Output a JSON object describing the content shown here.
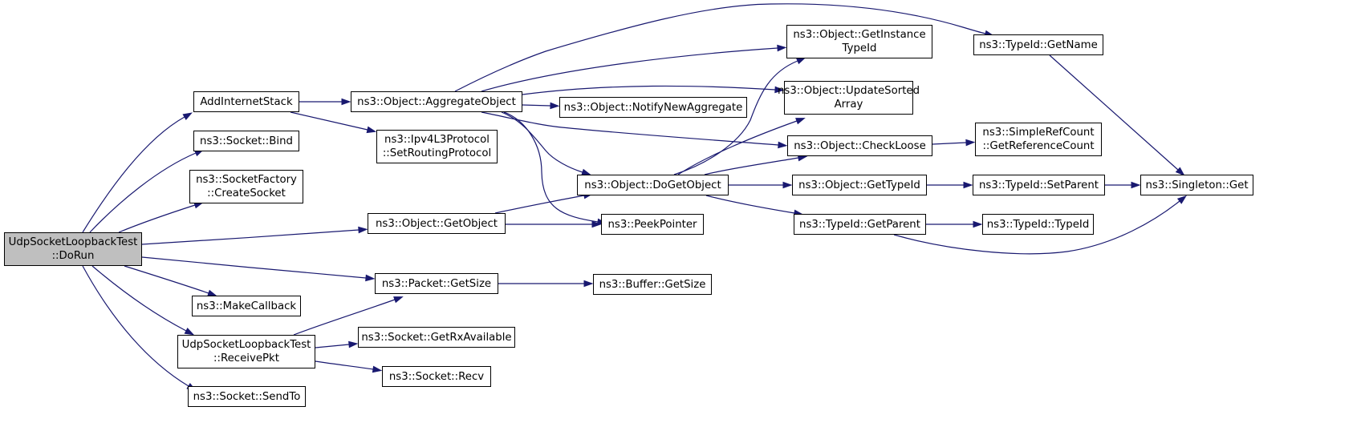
{
  "nodes": {
    "root": [
      "UdpSocketLoopbackTest",
      "::DoRun"
    ],
    "add_internet_stack": [
      "AddInternetStack"
    ],
    "socket_bind": [
      "ns3::Socket::Bind"
    ],
    "socket_factory_create": [
      "ns3::SocketFactory",
      "::CreateSocket"
    ],
    "make_callback": [
      "ns3::MakeCallback"
    ],
    "receive_pkt": [
      "UdpSocketLoopbackTest",
      "::ReceivePkt"
    ],
    "socket_send_to": [
      "ns3::Socket::SendTo"
    ],
    "aggregate_object": [
      "ns3::Object::AggregateObject"
    ],
    "ipv4l3_set_routing": [
      "ns3::Ipv4L3Protocol",
      "::SetRoutingProtocol"
    ],
    "get_object": [
      "ns3::Object::GetObject"
    ],
    "packet_get_size": [
      "ns3::Packet::GetSize"
    ],
    "get_rx_available": [
      "ns3::Socket::GetRxAvailable"
    ],
    "socket_recv": [
      "ns3::Socket::Recv"
    ],
    "notify_new_aggregate": [
      "ns3::Object::NotifyNewAggregate"
    ],
    "do_get_object": [
      "ns3::Object::DoGetObject"
    ],
    "peek_pointer": [
      "ns3::PeekPointer"
    ],
    "buffer_get_size": [
      "ns3::Buffer::GetSize"
    ],
    "get_instance_typeid": [
      "ns3::Object::GetInstance",
      "TypeId"
    ],
    "update_sorted_array": [
      "ns3::Object::UpdateSorted",
      "Array"
    ],
    "check_loose": [
      "ns3::Object::CheckLoose"
    ],
    "get_typeid": [
      "ns3::Object::GetTypeId"
    ],
    "typeid_get_parent": [
      "ns3::TypeId::GetParent"
    ],
    "typeid_get_name": [
      "ns3::TypeId::GetName"
    ],
    "simple_ref_count": [
      "ns3::SimpleRefCount",
      "::GetReferenceCount"
    ],
    "typeid_set_parent": [
      "ns3::TypeId::SetParent"
    ],
    "typeid_typeid": [
      "ns3::TypeId::TypeId"
    ],
    "singleton_get": [
      "ns3::Singleton::Get"
    ]
  },
  "edges": [
    [
      "root",
      "add_internet_stack"
    ],
    [
      "root",
      "socket_bind"
    ],
    [
      "root",
      "socket_factory_create"
    ],
    [
      "root",
      "get_object"
    ],
    [
      "root",
      "packet_get_size"
    ],
    [
      "root",
      "make_callback"
    ],
    [
      "root",
      "receive_pkt"
    ],
    [
      "root",
      "socket_send_to"
    ],
    [
      "add_internet_stack",
      "aggregate_object"
    ],
    [
      "add_internet_stack",
      "ipv4l3_set_routing"
    ],
    [
      "aggregate_object",
      "typeid_get_name"
    ],
    [
      "aggregate_object",
      "get_instance_typeid"
    ],
    [
      "aggregate_object",
      "update_sorted_array"
    ],
    [
      "aggregate_object",
      "notify_new_aggregate"
    ],
    [
      "aggregate_object",
      "check_loose"
    ],
    [
      "aggregate_object",
      "do_get_object"
    ],
    [
      "aggregate_object",
      "peek_pointer"
    ],
    [
      "get_object",
      "do_get_object"
    ],
    [
      "get_object",
      "peek_pointer"
    ],
    [
      "packet_get_size",
      "buffer_get_size"
    ],
    [
      "receive_pkt",
      "packet_get_size"
    ],
    [
      "receive_pkt",
      "get_rx_available"
    ],
    [
      "receive_pkt",
      "socket_recv"
    ],
    [
      "do_get_object",
      "get_instance_typeid"
    ],
    [
      "do_get_object",
      "update_sorted_array"
    ],
    [
      "do_get_object",
      "check_loose"
    ],
    [
      "do_get_object",
      "get_typeid"
    ],
    [
      "do_get_object",
      "typeid_get_parent"
    ],
    [
      "check_loose",
      "simple_ref_count"
    ],
    [
      "get_typeid",
      "typeid_set_parent"
    ],
    [
      "typeid_set_parent",
      "singleton_get"
    ],
    [
      "typeid_get_parent",
      "typeid_typeid"
    ],
    [
      "typeid_get_parent",
      "singleton_get"
    ],
    [
      "typeid_get_name",
      "singleton_get"
    ]
  ],
  "colors": {
    "edge": "#191970",
    "root_fill": "#bfbfbf",
    "node_fill": "#ffffff",
    "border": "#000000"
  }
}
